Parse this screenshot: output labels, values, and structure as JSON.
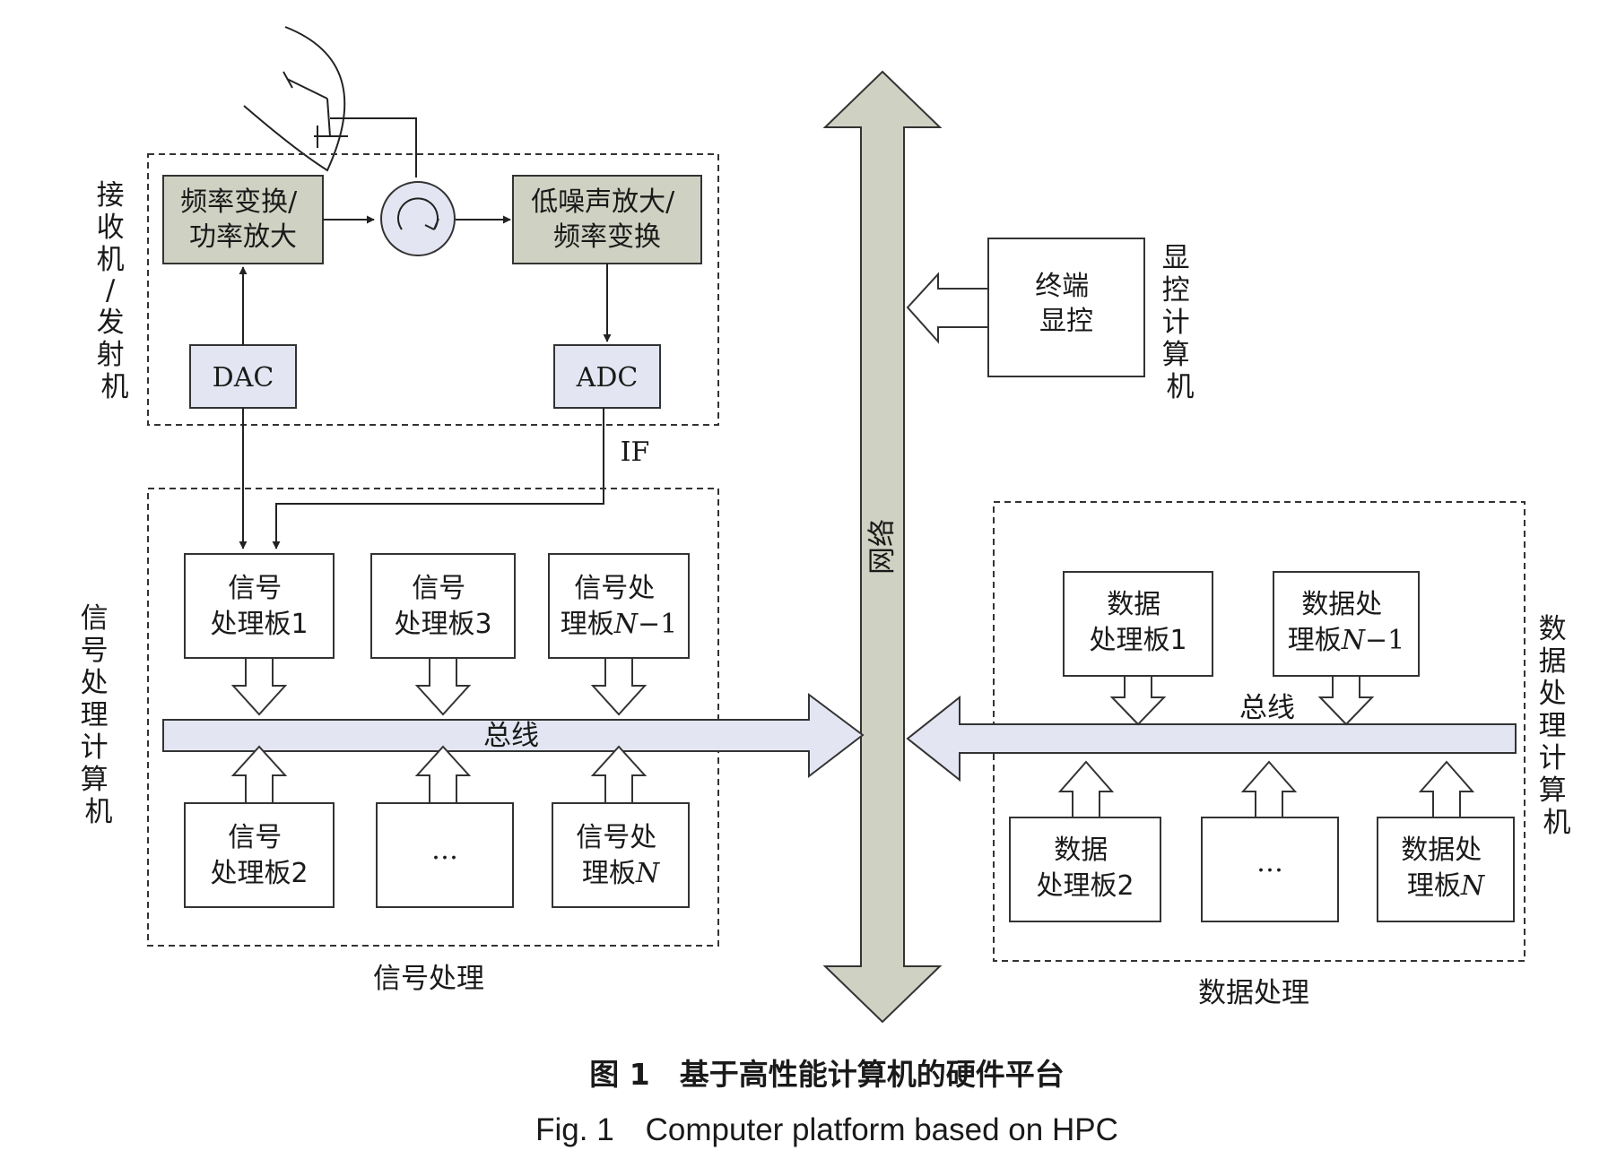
{
  "transceiver": {
    "side_label": [
      "接",
      "收",
      "机",
      "/",
      "发",
      "射",
      "机"
    ],
    "tx_block": [
      "频率变换/",
      "功率放大"
    ],
    "rx_block": [
      "低噪声放大/",
      "频率变换"
    ],
    "dac": "DAC",
    "adc": "ADC",
    "if_label": "IF"
  },
  "display": {
    "block": [
      "终端",
      "显控"
    ],
    "side_label": [
      "显",
      "控",
      "计",
      "算",
      "机"
    ]
  },
  "network": {
    "label": "网络"
  },
  "signal": {
    "side_label": [
      "信",
      "号",
      "处",
      "理",
      "计",
      "算",
      "机"
    ],
    "boards": [
      {
        "line1": "信号",
        "line2": "处理板1"
      },
      {
        "line1": "信号",
        "line2": "处理板3"
      },
      {
        "line1": "信号处",
        "line2_pre": "理板",
        "line2_italic": "N",
        "line2_post": "−1"
      },
      {
        "line1": "信号",
        "line2": "处理板2"
      },
      {
        "line1": "…"
      },
      {
        "line1": "信号处",
        "line2_pre": "理板",
        "line2_italic": "N",
        "line2_post": ""
      }
    ],
    "bus_label": "总线",
    "section_label": "信号处理"
  },
  "data": {
    "side_label": [
      "数",
      "据",
      "处",
      "理",
      "计",
      "算",
      "机"
    ],
    "boards": [
      {
        "line1": "数据",
        "line2": "处理板1"
      },
      {
        "line1": "数据处",
        "line2_pre": "理板",
        "line2_italic": "N",
        "line2_post": "−1"
      },
      {
        "line1": "数据",
        "line2": "处理板2"
      },
      {
        "line1": "…"
      },
      {
        "line1": "数据处",
        "line2_pre": "理板",
        "line2_italic": "N",
        "line2_post": ""
      }
    ],
    "bus_label": "总线",
    "section_label": "数据处理"
  },
  "caption": {
    "zh": "图 1　基于高性能计算机的硬件平台",
    "en": "Fig. 1　Computer platform based on HPC"
  },
  "colors": {
    "olive_block": "#cfd2c2",
    "blue_block": "#e3e6f2",
    "network_bar": "#cfd2c2",
    "bus_bar": "#e3e6f2"
  }
}
